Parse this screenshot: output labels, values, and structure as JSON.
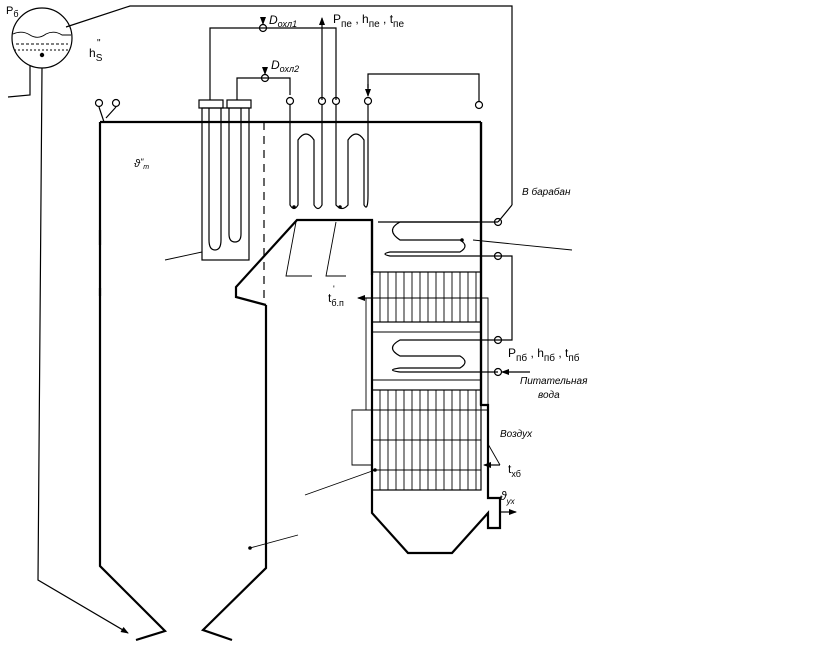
{
  "drum": {
    "pressure": "P",
    "pressure_sub": "б",
    "enthalpy": "h",
    "enthalpy_sup": "\"",
    "enthalpy_sub": "S"
  },
  "desuperheater_1": {
    "label": "D",
    "sub": "охл",
    "index": "1"
  },
  "desuperheater_2": {
    "label": "D",
    "sub": "охл",
    "index": "2"
  },
  "steam_out": {
    "p": "P",
    "p_sub": "пе",
    "h": "h",
    "h_sub": "пе",
    "t": "t",
    "t_sub": "пе",
    "sep": " , "
  },
  "furnace_exit_temp": {
    "symbol": "ϑ",
    "mark": "\"",
    "sub": "т"
  },
  "to_drum": "В барабан",
  "air_temp": {
    "symbol": "t",
    "sup": "'",
    "sub": "б.п"
  },
  "feedwater_params": {
    "p": "P",
    "p_sub": "пб",
    "h": "h",
    "h_sub": "пб",
    "t": "t",
    "t_sub": "пб"
  },
  "feedwater": {
    "line1": "Питательная",
    "line2": "вода"
  },
  "air": "Воздух",
  "cold_air_temp": {
    "symbol": "t",
    "sub": "хб"
  },
  "flue_gas_temp": {
    "symbol": "ϑ",
    "sub": "ух"
  }
}
